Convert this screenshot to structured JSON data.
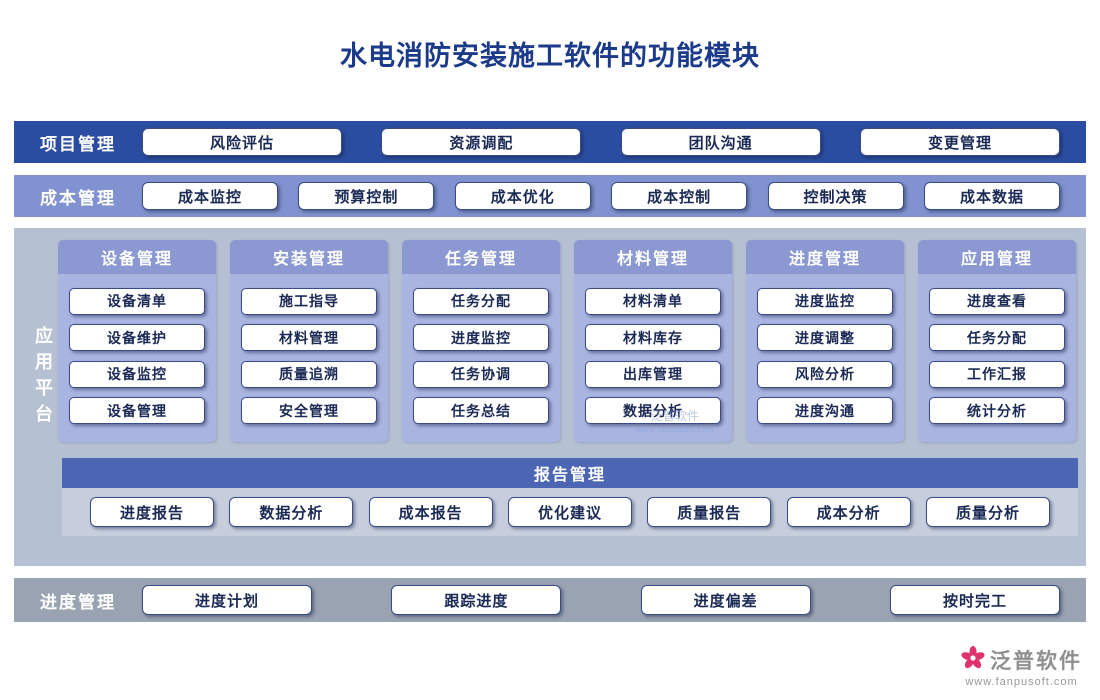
{
  "title": "水电消防安装施工软件的功能模块",
  "bands": {
    "project": {
      "label": "项目管理",
      "items": [
        "风险评估",
        "资源调配",
        "团队沟通",
        "变更管理"
      ]
    },
    "cost": {
      "label": "成本管理",
      "items": [
        "成本监控",
        "预算控制",
        "成本优化",
        "成本控制",
        "控制决策",
        "成本数据"
      ]
    },
    "progress": {
      "label": "进度管理",
      "items": [
        "进度计划",
        "跟踪进度",
        "进度偏差",
        "按时完工"
      ]
    }
  },
  "platform": {
    "label": "应用平台",
    "columns": [
      {
        "title": "设备管理",
        "items": [
          "设备清单",
          "设备维护",
          "设备监控",
          "设备管理"
        ]
      },
      {
        "title": "安装管理",
        "items": [
          "施工指导",
          "材料管理",
          "质量追溯",
          "安全管理"
        ]
      },
      {
        "title": "任务管理",
        "items": [
          "任务分配",
          "进度监控",
          "任务协调",
          "任务总结"
        ]
      },
      {
        "title": "材料管理",
        "items": [
          "材料清单",
          "材料库存",
          "出库管理",
          "数据分析"
        ]
      },
      {
        "title": "进度管理",
        "items": [
          "进度监控",
          "进度调整",
          "风险分析",
          "进度沟通"
        ]
      },
      {
        "title": "应用管理",
        "items": [
          "进度查看",
          "任务分配",
          "工作汇报",
          "统计分析"
        ]
      }
    ],
    "report": {
      "title": "报告管理",
      "items": [
        "进度报告",
        "数据分析",
        "成本报告",
        "优化建议",
        "质量报告",
        "成本分析",
        "质量分析"
      ]
    }
  },
  "footer": {
    "brand": "泛普软件",
    "url": "www.fanpusoft.com"
  },
  "watermark": {
    "text": "泛普软件",
    "subtext": "www.fanpusoft.com"
  },
  "colors": {
    "title": "#1c3a8a",
    "band_project_bg": "#2b4da1",
    "band_cost_bg": "#8092cf",
    "panel_bg": "#b6c0d3",
    "column_header_bg": "#8b98d2",
    "column_body_bg": "#a9b4e1",
    "report_header_bg": "#4d66b3",
    "band_progress_bg": "#99a3b2",
    "button_text": "#1b2a55",
    "brand_accent": "#e0336e"
  }
}
